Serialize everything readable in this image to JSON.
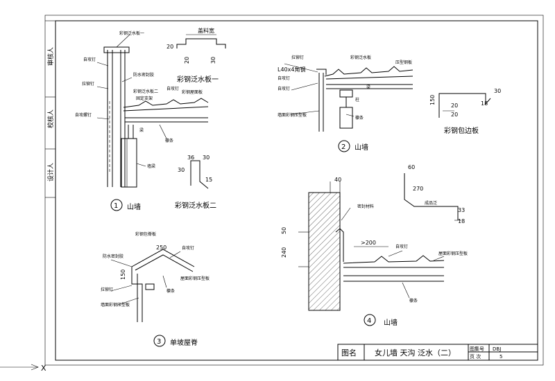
{
  "sidebar": {
    "labels": [
      "审核人",
      "校核人",
      "设计人"
    ]
  },
  "title_block": {
    "label": "图名",
    "title": "女儿墙 天沟  泛水（二）",
    "code_label": "图集号",
    "code_value": "DBJ",
    "page_label": "页 次",
    "page_value": "5"
  },
  "details": [
    {
      "num": "1",
      "caption": "山墙"
    },
    {
      "num": "2",
      "caption": "山墙"
    },
    {
      "num": "3",
      "caption": "单坡屋脊"
    },
    {
      "num": "4",
      "caption": "山墙"
    }
  ],
  "flashing_parts": {
    "part1": "彩钢泛水板一",
    "part2": "彩钢泛水板二",
    "edge": "彩钢包边板"
  },
  "dimensions": {
    "d1_width": "盖料宽",
    "d1_20a": "20",
    "d1_20b": "20",
    "d1_30": "30",
    "d2_36": "36",
    "d2_30": "30",
    "d2_30b": "30",
    "d2_15": "15",
    "edge_150": "150",
    "edge_20a": "20",
    "edge_20b": "20",
    "edge_30": "30",
    "edge_18": "18",
    "d3_250": "250",
    "d3_150": "150",
    "d4_40": "40",
    "d4_50": "50",
    "d4_240": "240",
    "d4_200": ">200",
    "d4_60": "60",
    "d4_270": "270",
    "d4_33": "33",
    "d4_18": "18",
    "angle_label": "L40x4角钢",
    "flash_label": "成品泛"
  },
  "notes": {
    "d1": [
      "彩钢泛水板一",
      "自攻钉",
      "防水密封胶",
      "彩钢泛水板二",
      "自攻钉",
      "彩钢屋面板",
      "拉铆钉",
      "自攻螺钉",
      "固定支架",
      "檩条",
      "墙梁",
      "梁"
    ],
    "d2": [
      "拉铆钉",
      "自攻钉",
      "彩钢泛水板",
      "压型钢板",
      "自攻钉",
      "柱",
      "梁",
      "檩条",
      "墙面彩钢压型板"
    ],
    "d3": [
      "彩钢包脊板",
      "自攻钉",
      "防水密封胶",
      "拉铆钉",
      "屋面彩钢压型板",
      "墙面彩钢压型板",
      "檩条"
    ],
    "d4": [
      "密封材料",
      "自攻钉",
      "屋面彩钢压型板",
      "檩条"
    ]
  },
  "ucs": {
    "x_label": "X"
  }
}
